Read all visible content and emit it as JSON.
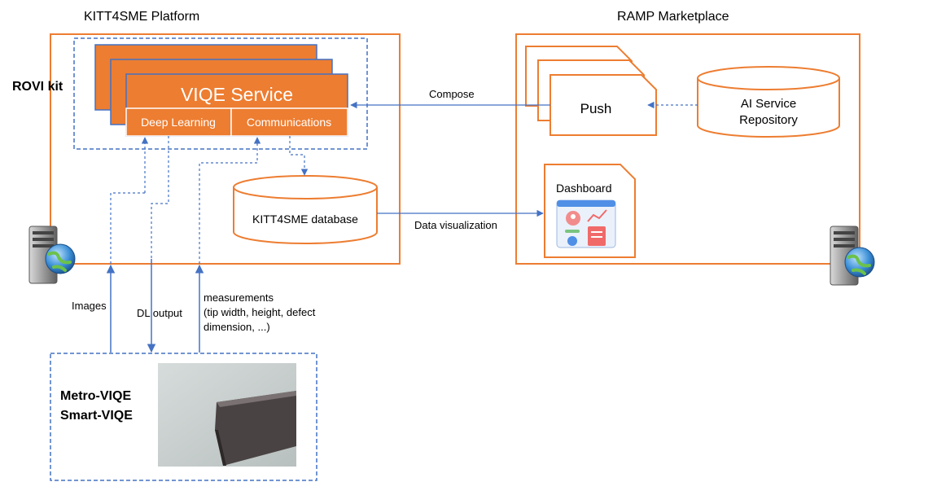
{
  "colors": {
    "orange": "#ED7D31",
    "blue": "#4472C4",
    "text": "#222222",
    "white": "#FFFFFF",
    "image_bg": "#C9D0CF",
    "tip": "#4A4343"
  },
  "platform": {
    "title": "KITT4SME Platform",
    "kit_label": "ROVI kit",
    "service": {
      "title": "VIQE Service",
      "module_left": "Deep Learning",
      "module_right": "Communications"
    },
    "database": "KITT4SME database",
    "server_icon": "server-globe-icon"
  },
  "marketplace": {
    "title": "RAMP Marketplace",
    "push": "Push",
    "repository_line1": "AI Service",
    "repository_line2": "Repository",
    "dashboard": "Dashboard",
    "server_icon": "server-globe-icon"
  },
  "arrows": {
    "compose": "Compose",
    "data_visualization": "Data visualization",
    "images": "Images",
    "dl_output": "DL output",
    "measurements_line1": "measurements",
    "measurements_line2": "(tip width, height, defect",
    "measurements_line3": "dimension, ...)"
  },
  "device": {
    "name_line1": "Metro-VIQE",
    "name_line2": "Smart-VIQE",
    "image": "microscope-tip-photo"
  }
}
